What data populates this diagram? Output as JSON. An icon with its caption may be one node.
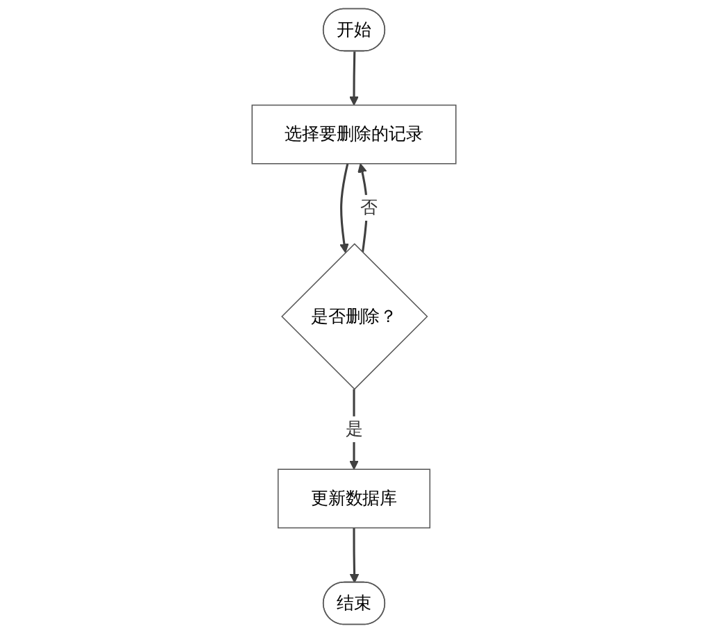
{
  "diagram": {
    "nodes": [
      {
        "text": [
          "开始"
        ]
      },
      {
        "text": [
          "选择要删除的记录"
        ]
      },
      {
        "text": [
          "是否删除？"
        ]
      },
      {
        "text": [
          "更新数据库"
        ]
      },
      {
        "text": [
          "结束"
        ]
      }
    ],
    "edges": [
      {
        "from": 0,
        "to": 1,
        "arrow": "to"
      },
      {
        "from": 1,
        "to": 2,
        "arrow": "to"
      },
      {
        "from": 2,
        "to": 1,
        "arrow": "to",
        "label": "否"
      },
      {
        "from": 2,
        "to": 3,
        "arrow": "to",
        "label": "是"
      },
      {
        "from": 3,
        "to": 4,
        "arrow": "to"
      }
    ]
  }
}
